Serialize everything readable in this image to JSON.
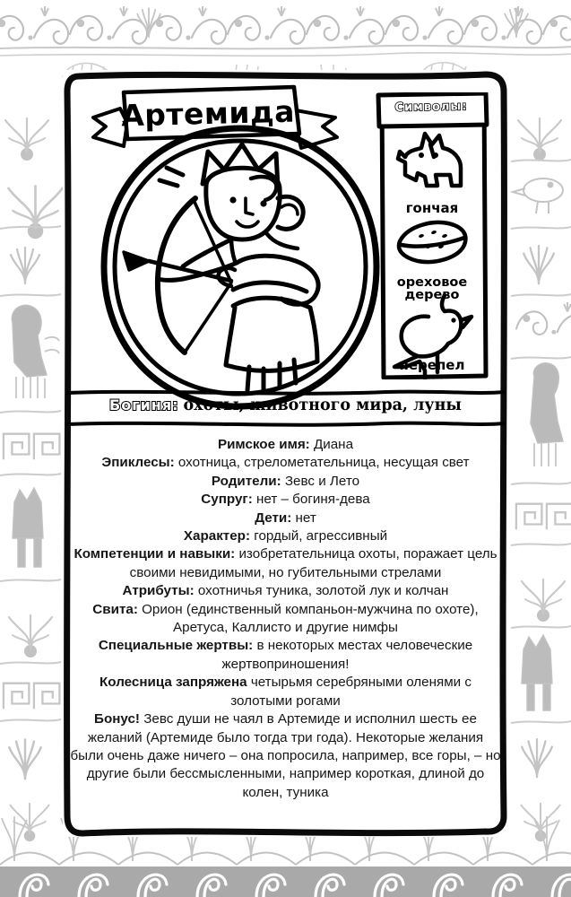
{
  "card": {
    "title": "Артемида",
    "symbols_panel": {
      "heading": "Символы:",
      "items": [
        {
          "icon": "hound-dog-icon",
          "label": "гончая"
        },
        {
          "icon": "nut-tree-icon",
          "label": "ореховое\nдерево"
        },
        {
          "icon": "quail-bird-icon",
          "label": "перепел"
        }
      ]
    },
    "domain": {
      "key": "Богиня:",
      "value": "охоты,  животного мира, луны"
    },
    "entries": [
      {
        "key": "Римское имя:",
        "value": "Диана"
      },
      {
        "key": "Эпиклесы:",
        "value": "охотница, стрелометательница, несущая свет"
      },
      {
        "key": "Родители:",
        "value": "Зевс и Лето"
      },
      {
        "key": "Супруг:",
        "value": "нет – богиня-дева"
      },
      {
        "key": "Дети:",
        "value": "нет"
      },
      {
        "key": "Характер:",
        "value": "гордый, агрессивный"
      },
      {
        "key": "Компетенции и навыки:",
        "value": "изобретательница охоты, поражает цель своими невидимыми, но губительными стрелами"
      },
      {
        "key": "Атрибуты:",
        "value": "охотничья туника, золотой лук и колчан"
      },
      {
        "key": "Свита:",
        "value": "Орион (единственный компаньон-мужчина по охоте), Аретуса, Каллисто и другие нимфы"
      },
      {
        "key": "Специальные жертвы:",
        "value": "в некоторых местах человеческие жертвоприношения!"
      },
      {
        "key": "Колесница запряжена",
        "value": "четырьмя серебряными оленями с золотыми рогами"
      },
      {
        "key": "Бонус!",
        "value": "Зевс души не чаял в Артемиде и исполнил шесть ее желаний (Артемиде было тогда три года). Некоторые желания были очень даже ничего – она попросила, например, все горы, – но другие были бессмысленными, например короткая, длиной до колен, туника"
      }
    ]
  },
  "colors": {
    "ink": "#000000",
    "text": "#161616",
    "card_background": "#ffffff",
    "decor_light": "#c9c9c9",
    "decor_mid": "#a8a8a8",
    "page_background": "#ffffff"
  }
}
